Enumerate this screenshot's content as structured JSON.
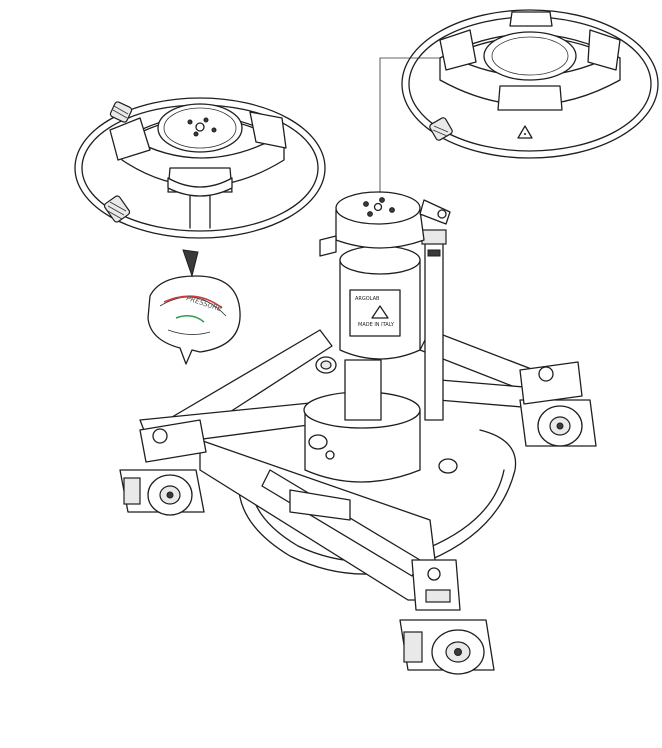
{
  "diagram": {
    "subject": "",
    "callout": {
      "gauge_label": "PRESSURE",
      "colors": {
        "red": "#d23a3a",
        "green": "#2e9e4e",
        "gray": "#999999"
      }
    },
    "plate_labels": {
      "column_label": "ARGOLAB",
      "made_in": "MADE IN ITALY"
    }
  }
}
